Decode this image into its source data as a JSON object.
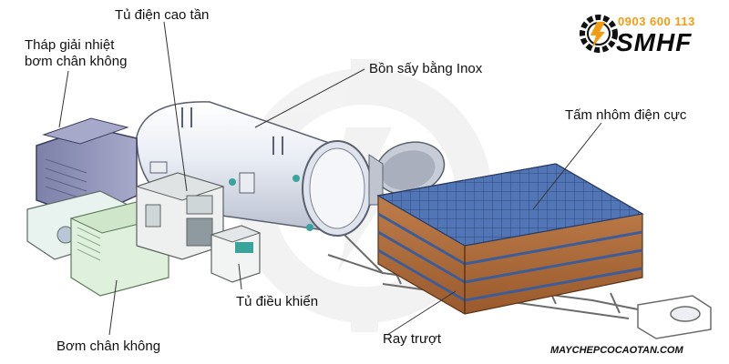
{
  "labels": {
    "tower_line1": "Tháp giải nhiệt",
    "tower_line2": "bơm chân không",
    "hf_cabinet": "Tủ điện cao tần",
    "tank": "Bồn sấy bằng Inox",
    "plates": "Tấm nhôm điện cực",
    "control_cabinet": "Tủ điều khiển",
    "rail": "Ray trượt",
    "vacuum_pump": "Bơm chân không"
  },
  "logo": {
    "phone": "0903 600 113",
    "brand": "SMHF",
    "accent_color": "#f39c12"
  },
  "website": "MAYCHEPCOCAOTAN.COM",
  "colors": {
    "tank": "#e6eaf2",
    "tower": "#8c8fb5",
    "plates_wood": "#b06e3c",
    "plates_blue": "#4f6fae",
    "cabinet": "#eef0f0",
    "pump": "#dfeedd"
  }
}
